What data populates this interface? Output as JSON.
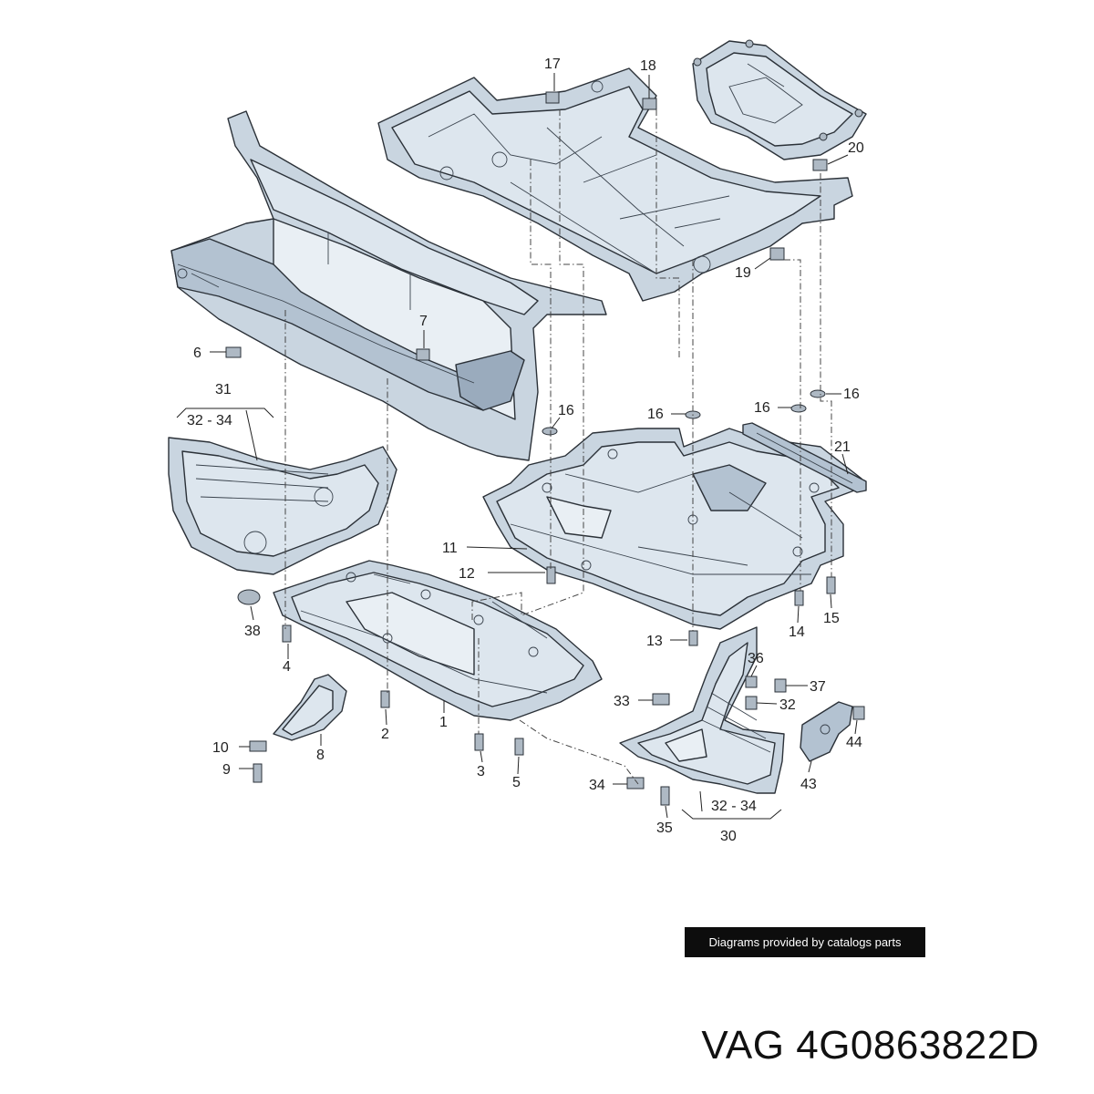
{
  "callouts": {
    "c1": "1",
    "c2": "2",
    "c3": "3",
    "c4": "4",
    "c5": "5",
    "c6": "6",
    "c7": "7",
    "c8": "8",
    "c9": "9",
    "c10": "10",
    "c11": "11",
    "c12": "12",
    "c13": "13",
    "c14": "14",
    "c15": "15",
    "c16a": "16",
    "c16b": "16",
    "c16c": "16",
    "c16d": "16",
    "c17": "17",
    "c18": "18",
    "c19": "19",
    "c20": "20",
    "c21": "21",
    "c30": "30",
    "c31": "31",
    "c32_34_left": "32 - 34",
    "c32_34_right": "32 - 34",
    "c32": "32",
    "c33": "33",
    "c34": "34",
    "c35": "35",
    "c36": "36",
    "c37": "37",
    "c38": "38",
    "c43": "43",
    "c44": "44"
  },
  "credit": "Diagrams provided by catalogs parts",
  "part_number": "VAG 4G0863822D"
}
